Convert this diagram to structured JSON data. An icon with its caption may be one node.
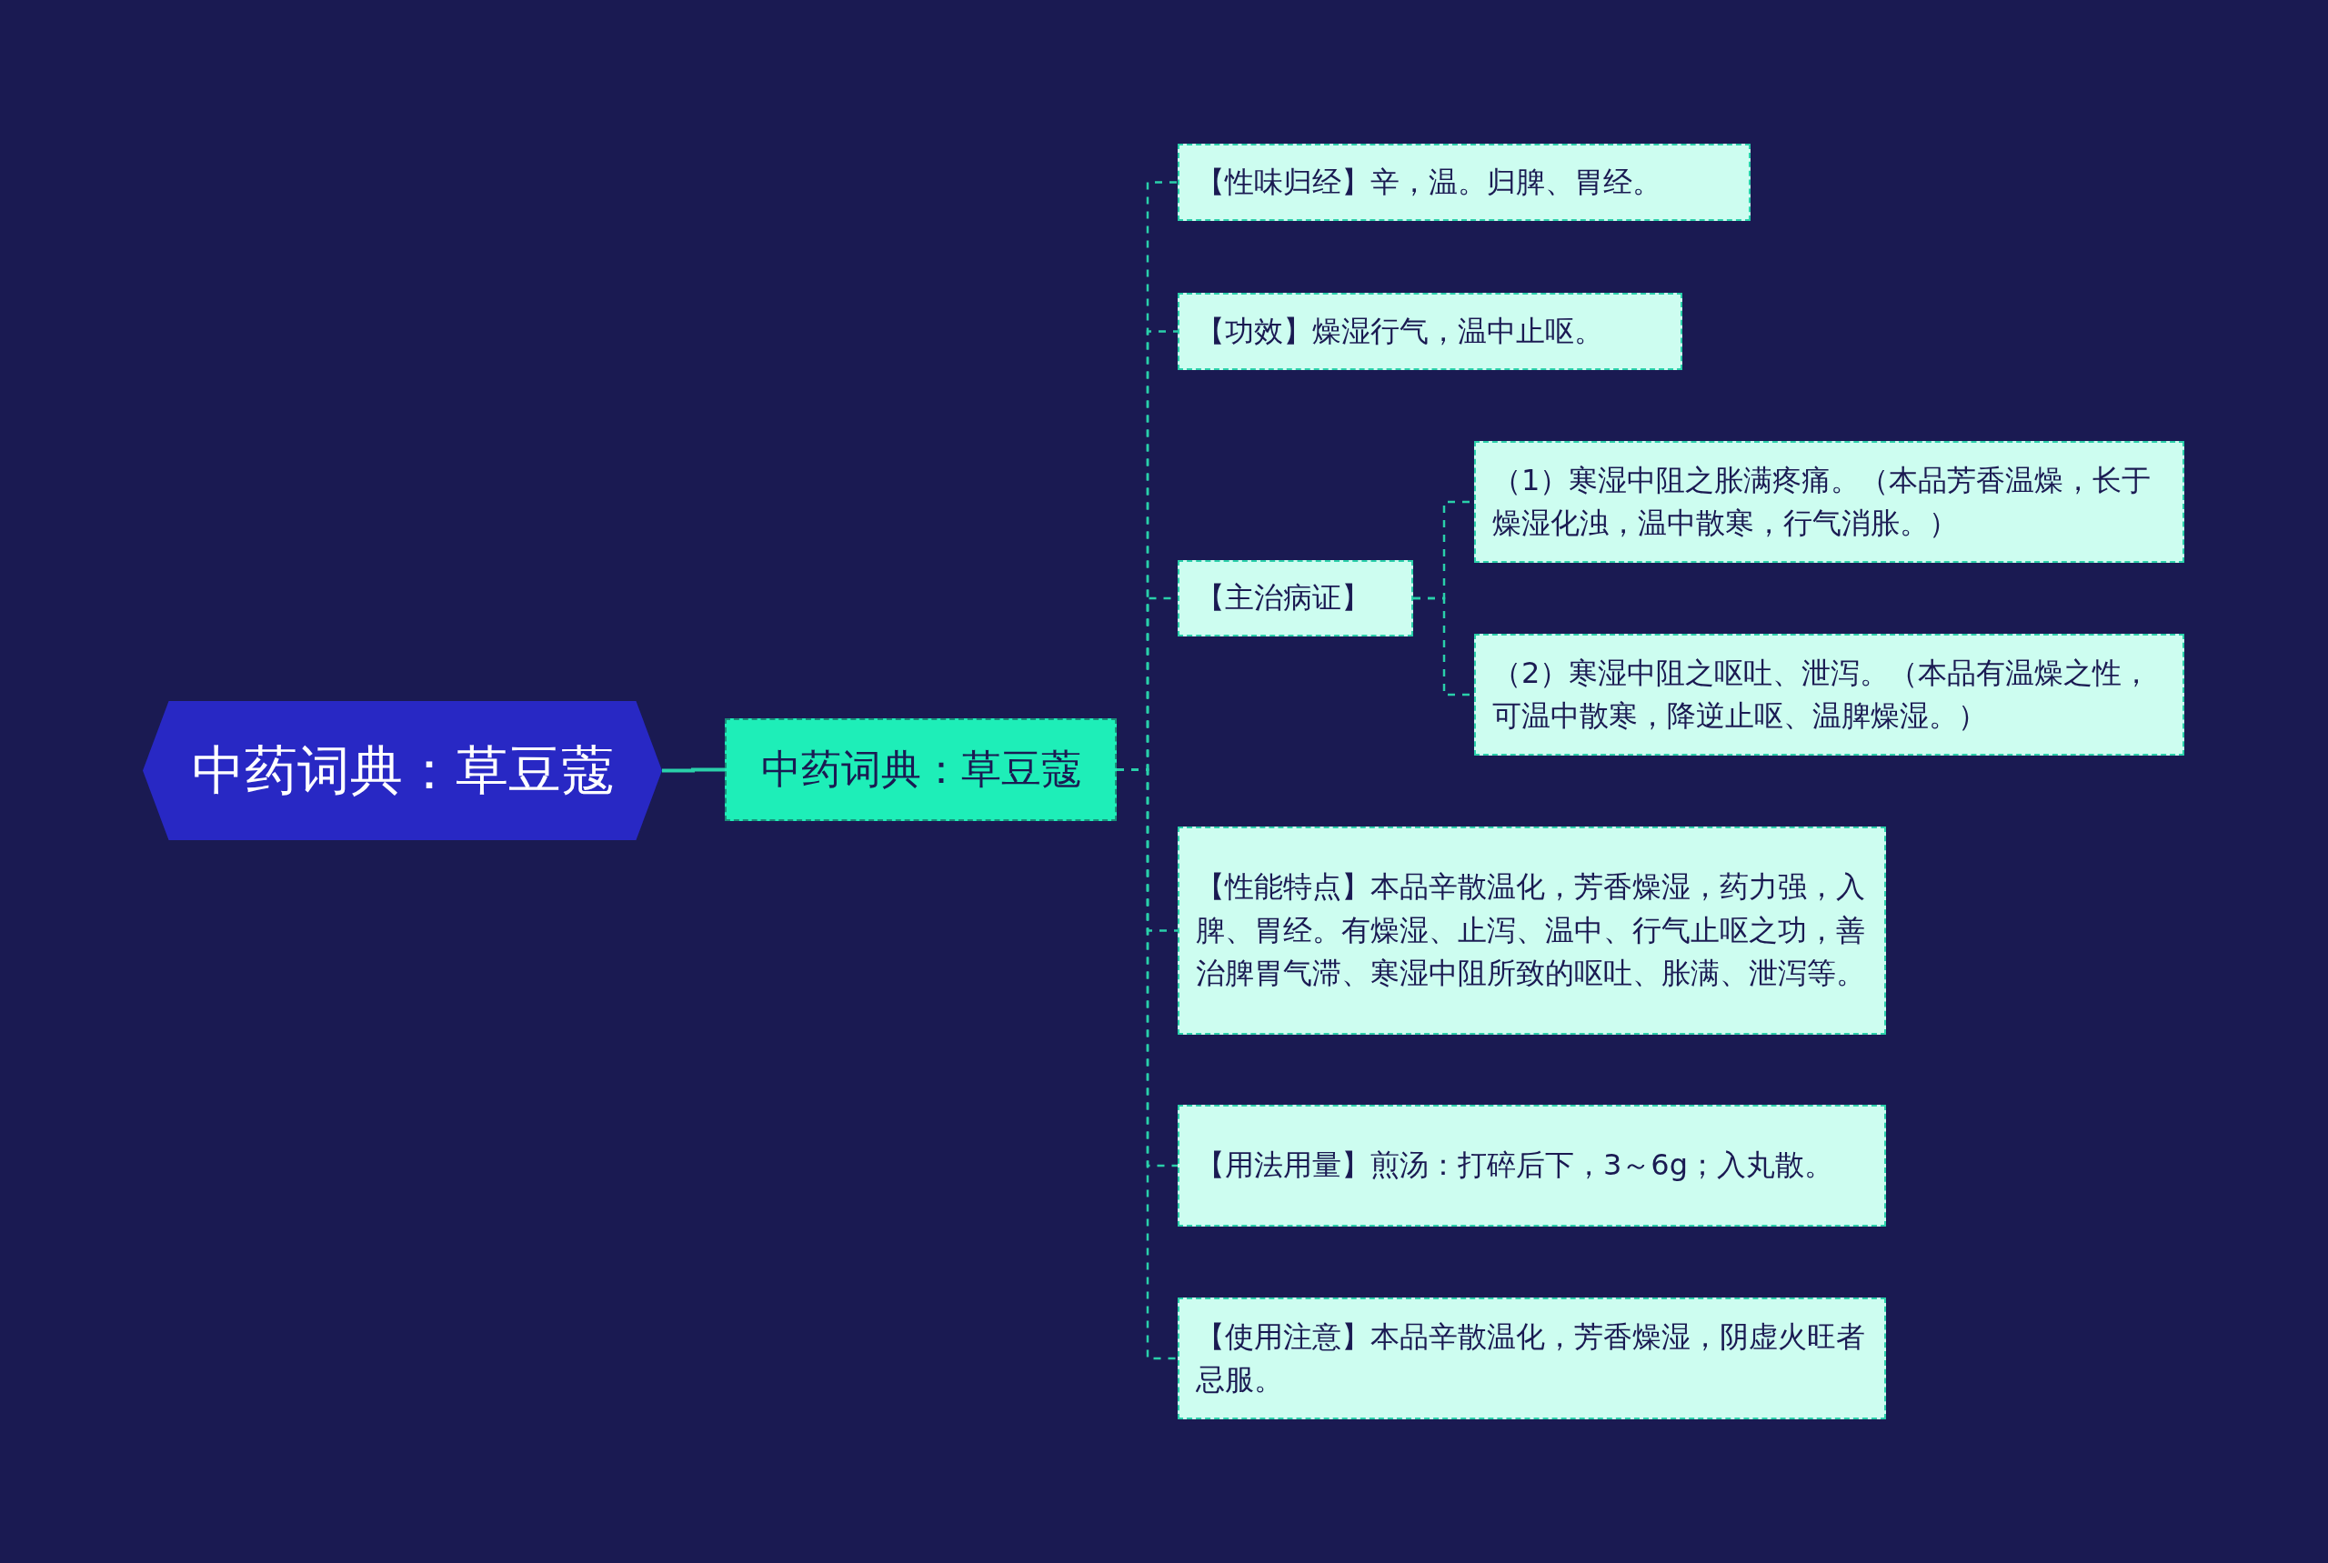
{
  "diagram": {
    "nodes": [
      {
        "text": [
          "中药词典：草豆蔻"
        ]
      },
      {
        "text": [
          "中药词典：草豆蔻"
        ]
      },
      {
        "text": [
          "【性味归经】辛，温。归脾、胃经。"
        ]
      },
      {
        "text": [
          "【功效】燥湿行气，温中止呕。"
        ]
      },
      {
        "text": [
          "【主治病证】"
        ]
      },
      {
        "text": [
          "（1）寒湿中阻之胀满疼痛。（本品芳香温燥，长于燥湿化浊，温中散寒，行气消胀。）"
        ]
      },
      {
        "text": [
          "（2）寒湿中阻之呕吐、泄泻。（本品有温燥之性，可温中散寒，降逆止呕、温脾燥湿。）"
        ]
      },
      {
        "text": [
          "【性能特点】本品辛散温化，芳香燥湿，药力强，入脾、胃经。有燥湿、止泻、温中、行气止呕之功，善治脾胃气滞、寒湿中阻所致的呕吐、胀满、泄泻等。"
        ]
      },
      {
        "text": [
          "【用法用量】煎汤：打碎后下，3～6g；入丸散。"
        ]
      },
      {
        "text": [
          "【使用注意】本品辛散温化，芳香燥湿，阴虚火旺者忌服。"
        ]
      }
    ],
    "edges": [
      {
        "from": 0,
        "to": 1,
        "arrow": "none"
      },
      {
        "from": 1,
        "to": 2,
        "arrow": "none",
        "style": "dashed"
      },
      {
        "from": 1,
        "to": 3,
        "arrow": "none",
        "style": "dashed"
      },
      {
        "from": 1,
        "to": 4,
        "arrow": "none",
        "style": "dashed"
      },
      {
        "from": 4,
        "to": 5,
        "arrow": "none",
        "style": "dashed"
      },
      {
        "from": 4,
        "to": 6,
        "arrow": "none",
        "style": "dashed"
      },
      {
        "from": 1,
        "to": 7,
        "arrow": "none",
        "style": "dashed"
      },
      {
        "from": 1,
        "to": 8,
        "arrow": "none",
        "style": "dashed"
      },
      {
        "from": 1,
        "to": 9,
        "arrow": "none",
        "style": "dashed"
      }
    ]
  }
}
